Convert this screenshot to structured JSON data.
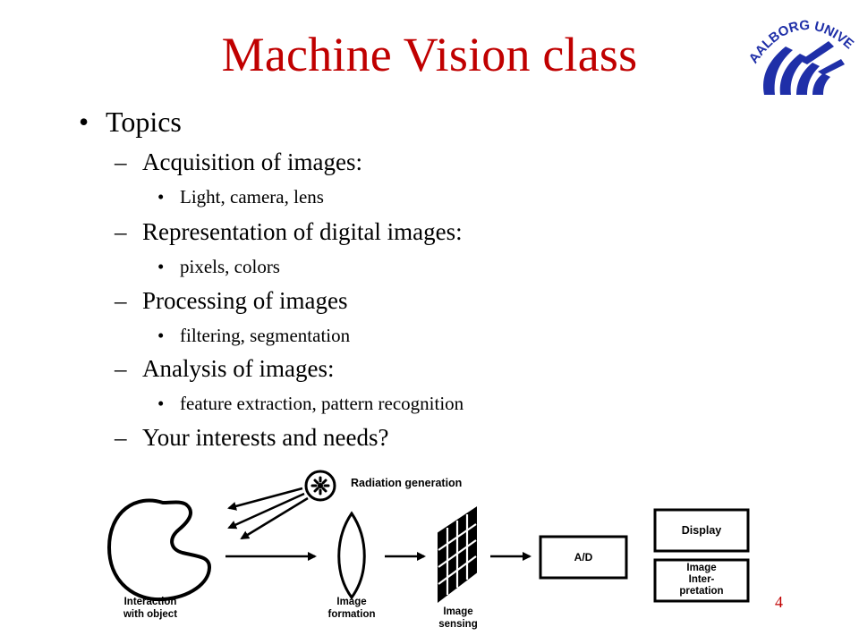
{
  "slide": {
    "title": "Machine Vision class",
    "page_number": "4",
    "logo_text": "AALBORG UNIVERSITY"
  },
  "bullets": {
    "top": "Topics",
    "acquisition": "Acquisition of images:",
    "acquisition_sub": "Light, camera, lens",
    "representation": "Representation of digital images:",
    "representation_sub": "pixels, colors",
    "processing": "Processing of images",
    "processing_sub": "filtering, segmentation",
    "analysis": "Analysis of images:",
    "analysis_sub": "feature extraction, pattern recognition",
    "interests": "Your interests and needs?"
  },
  "diagram": {
    "radiation": "Radiation generation",
    "interaction_line1": "Interaction",
    "interaction_line2": "with object",
    "formation_line1": "Image",
    "formation_line2": "formation",
    "sensing_line1": "Image",
    "sensing_line2": "sensing",
    "ad": "A/D",
    "display": "Display",
    "interp_line1": "Image",
    "interp_line2": "Inter-",
    "interp_line3": "pretation"
  },
  "colors": {
    "title": "#c00000",
    "logo": "#1f2fa8",
    "text": "#000000"
  }
}
